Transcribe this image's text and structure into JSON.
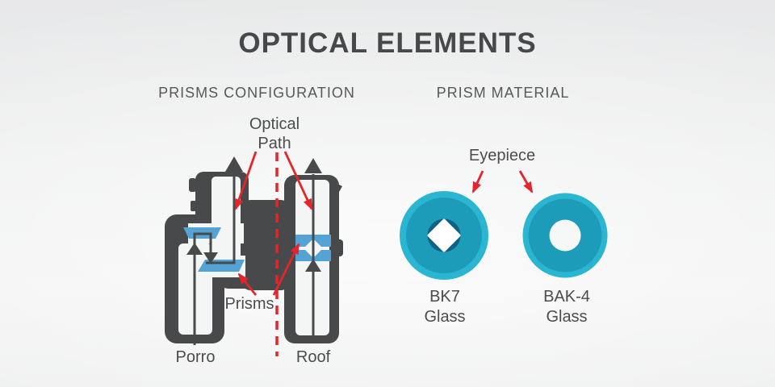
{
  "title": "OPTICAL ELEMENTS",
  "left_section": {
    "heading": "PRISMS CONFIGURATION",
    "optical_path_label": [
      "Optical",
      "Path"
    ],
    "prisms_label": "Prisms",
    "porro_label": "Porro",
    "roof_label": "Roof"
  },
  "right_section": {
    "heading": "PRISM MATERIAL",
    "eyepiece_label": "Eyepiece",
    "materials": [
      {
        "name": "BK7",
        "type": "Glass"
      },
      {
        "name": "BAK-4",
        "type": "Glass"
      }
    ]
  },
  "colors": {
    "silhouette_gray": "#47494b",
    "prism_blue": "#55a3d4",
    "annotation_red": "#e4252b",
    "eyepiece_ring_cyan": "#2ab5d1",
    "eyepiece_disc_teal": "#1d9cba",
    "bk7_center_blue": "#0e6284",
    "bk7_diamond_white": "#ffffff",
    "bak4_hole_white": "#f6f7f7",
    "text_gray": "#4b4c4e"
  }
}
